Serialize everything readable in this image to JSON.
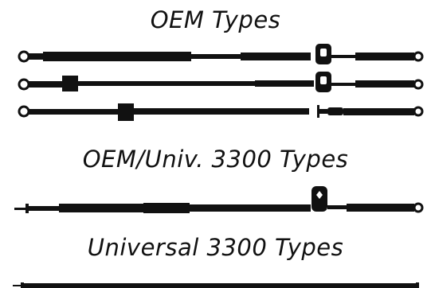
{
  "headings": {
    "oem": "OEM Types",
    "oem_univ": "OEM/Univ. 3300 Types",
    "universal": "Universal 3300 Types"
  },
  "colors": {
    "ink": "#111111",
    "background": "#ffffff"
  }
}
